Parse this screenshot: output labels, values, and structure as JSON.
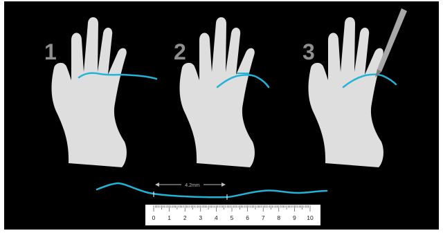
{
  "steps": [
    {
      "number": "1"
    },
    {
      "number": "2"
    },
    {
      "number": "3"
    }
  ],
  "measurement": {
    "label": "4.2mm"
  },
  "ruler": {
    "labels": [
      "0",
      "1",
      "2",
      "3",
      "4",
      "5",
      "6",
      "7",
      "8",
      "9",
      "10"
    ]
  },
  "colors": {
    "background": "#000000",
    "hand": "#dedede",
    "string": "#22b3d6",
    "step_number": "#8f8f8f",
    "ruler": "#ffffff",
    "pen": "#a8a8a8"
  }
}
